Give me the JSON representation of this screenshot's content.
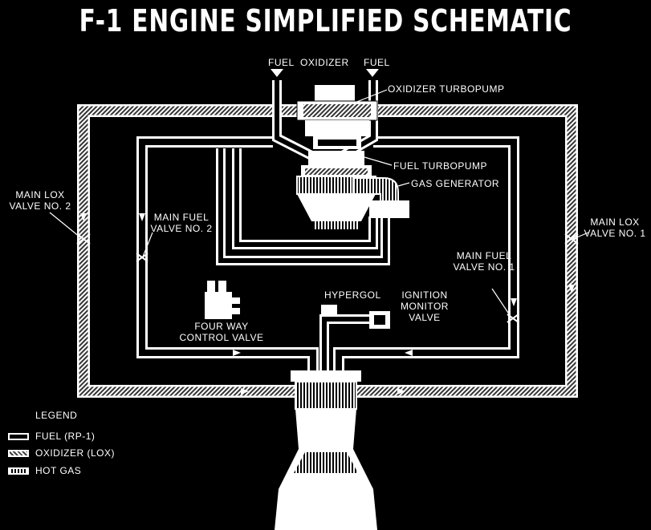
{
  "title": "F-1 ENGINE SIMPLIFIED SCHEMATIC",
  "labels": {
    "fuel_left": "FUEL",
    "oxidizer": "OXIDIZER",
    "fuel_right": "FUEL",
    "oxidizer_turbopump": "OXIDIZER TURBOPUMP",
    "fuel_turbopump": "FUEL TURBOPUMP",
    "gas_generator": "GAS GENERATOR",
    "main_lox_valve_2": [
      "MAIN LOX",
      "VALVE NO. 2"
    ],
    "main_fuel_valve_2": [
      "MAIN FUEL",
      "VALVE NO. 2"
    ],
    "main_lox_valve_1": [
      "MAIN LOX",
      "VALVE NO. 1"
    ],
    "main_fuel_valve_1": [
      "MAIN FUEL",
      "VALVE NO. 1"
    ],
    "hypergol": "HYPERGOL",
    "ignition_monitor_valve": [
      "IGNITION",
      "MONITOR",
      "VALVE"
    ],
    "four_way_control_valve": [
      "FOUR WAY",
      "CONTROL VALVE"
    ]
  },
  "legend": {
    "title": "LEGEND",
    "items": [
      {
        "label": "FUEL (RP-1)",
        "kind": "fuel"
      },
      {
        "label": "OXIDIZER (LOX)",
        "kind": "oxidizer"
      },
      {
        "label": "HOT GAS",
        "kind": "hot-gas"
      }
    ]
  },
  "colors": {
    "background": "#000000",
    "line": "#ffffff"
  }
}
